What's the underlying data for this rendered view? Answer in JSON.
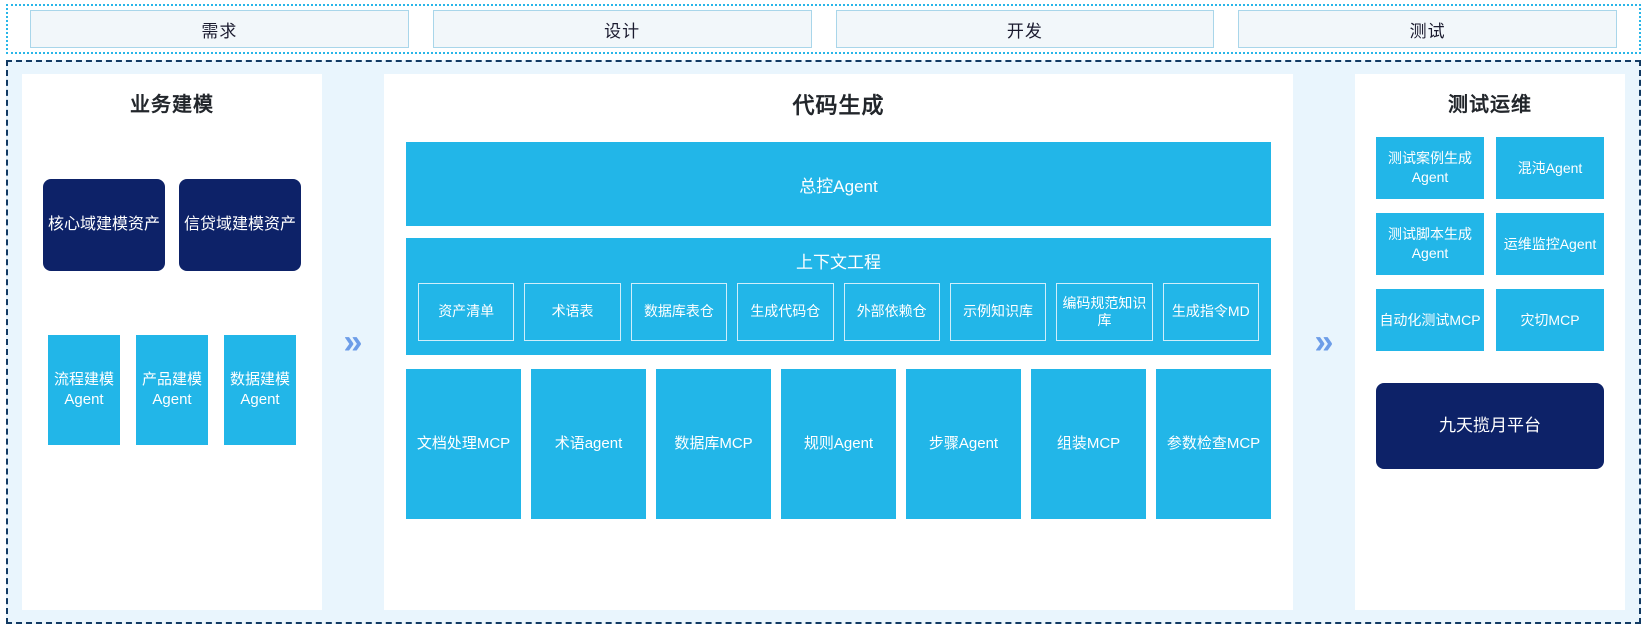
{
  "phases": [
    {
      "label": "需求"
    },
    {
      "label": "设计"
    },
    {
      "label": "开发"
    },
    {
      "label": "测试"
    }
  ],
  "arrows": {
    "glyph": "»"
  },
  "left_panel": {
    "title": "业务建模",
    "assets": [
      {
        "label": "核心域建模资产"
      },
      {
        "label": "信贷域建模资产"
      }
    ],
    "agents": [
      {
        "label": "流程建模Agent"
      },
      {
        "label": "产品建模Agent"
      },
      {
        "label": "数据建模Agent"
      }
    ]
  },
  "mid_panel": {
    "title": "代码生成",
    "master_agent": "总控Agent",
    "context": {
      "title": "上下文工程",
      "items": [
        {
          "label": "资产清单"
        },
        {
          "label": "术语表"
        },
        {
          "label": "数据库表仓"
        },
        {
          "label": "生成代码仓"
        },
        {
          "label": "外部依赖仓"
        },
        {
          "label": "示例知识库"
        },
        {
          "label": "编码规范知识库"
        },
        {
          "label": "生成指令MD"
        }
      ]
    },
    "tools": [
      {
        "label": "文档处理MCP"
      },
      {
        "label": "术语agent"
      },
      {
        "label": "数据库MCP"
      },
      {
        "label": "规则Agent"
      },
      {
        "label": "步骤Agent"
      },
      {
        "label": "组装MCP"
      },
      {
        "label": "参数检查MCP"
      }
    ]
  },
  "right_panel": {
    "title": "测试运维",
    "items": [
      {
        "label": "测试案例生成Agent"
      },
      {
        "label": "混沌Agent"
      },
      {
        "label": "测试脚本生成Agent"
      },
      {
        "label": "运维监控Agent"
      },
      {
        "label": "自动化测试MCP"
      },
      {
        "label": "灾切MCP"
      }
    ],
    "platform": "九天揽月平台"
  },
  "colors": {
    "cyan": "#22b6e8",
    "navy": "#0d2268",
    "board_bg": "#e9f5fd",
    "arrow": "#6d9de8",
    "dashed_border": "#123a63",
    "dotted_border": "#29b6e8"
  }
}
